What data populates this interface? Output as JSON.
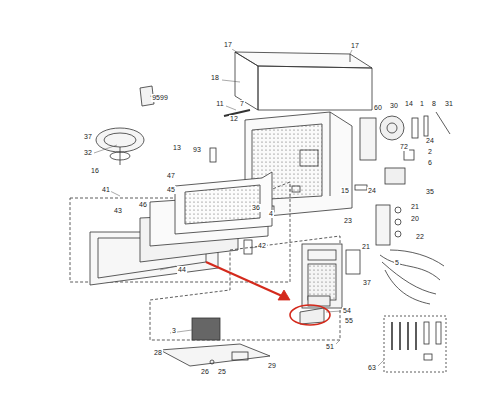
{
  "diagram": {
    "labels": [
      "17",
      "17",
      "18",
      "9599",
      "11",
      "7",
      "12",
      "60",
      "30",
      "14",
      "1",
      "8",
      "31",
      "72",
      "24",
      "2",
      "6",
      "24",
      "35",
      "15",
      "21",
      "20",
      "23",
      "22",
      "21",
      "5",
      "37",
      "54",
      "55",
      "51",
      "63",
      "37",
      "32",
      "16",
      "13",
      "93",
      "41",
      "47",
      "45",
      "46",
      "43",
      "44",
      "42",
      "36",
      "4",
      "3",
      "28",
      "26",
      "25",
      "29"
    ]
  }
}
